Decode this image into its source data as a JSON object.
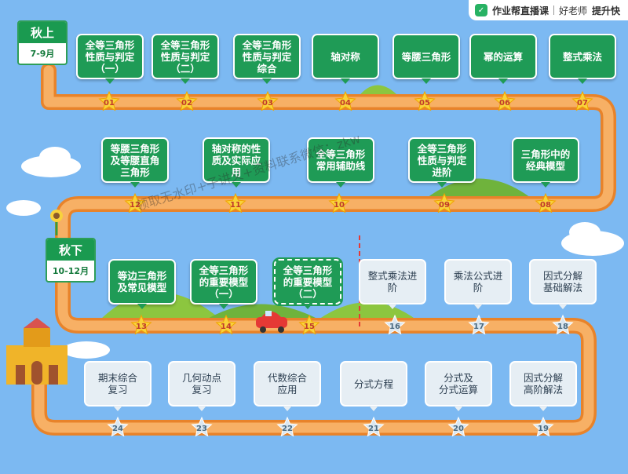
{
  "brand": {
    "name": "作业帮直播课",
    "teacher": "好老师",
    "slogan": "提升快"
  },
  "terms": [
    {
      "title": "秋上",
      "months": "7-9月"
    },
    {
      "title": "秋下",
      "months": "10-12月"
    }
  ],
  "watermark": "领取无水印+子讲义+资料联系微信：zkw",
  "lessons": [
    {
      "num": "01",
      "title": "全等三角形\n性质与判定\n（一）",
      "status": "done"
    },
    {
      "num": "02",
      "title": "全等三角形\n性质与判定\n（二）",
      "status": "done"
    },
    {
      "num": "03",
      "title": "全等三角形\n性质与判定\n综合",
      "status": "done"
    },
    {
      "num": "04",
      "title": "轴对称",
      "status": "done"
    },
    {
      "num": "05",
      "title": "等腰三角形",
      "status": "done"
    },
    {
      "num": "06",
      "title": "幂的运算",
      "status": "done"
    },
    {
      "num": "07",
      "title": "整式乘法",
      "status": "done"
    },
    {
      "num": "08",
      "title": "三角形中的\n经典模型",
      "status": "done"
    },
    {
      "num": "09",
      "title": "全等三角形\n性质与判定\n进阶",
      "status": "done"
    },
    {
      "num": "10",
      "title": "全等三角形\n常用辅助线",
      "status": "done"
    },
    {
      "num": "11",
      "title": "轴对称的性\n质及实际应\n用",
      "status": "done"
    },
    {
      "num": "12",
      "title": "等腰三角形\n及等腰直角\n三角形",
      "status": "done"
    },
    {
      "num": "13",
      "title": "等边三角形\n及常见模型",
      "status": "done"
    },
    {
      "num": "14",
      "title": "全等三角形\n的重要模型\n（一）",
      "status": "done"
    },
    {
      "num": "15",
      "title": "全等三角形\n的重要模型\n（二）",
      "status": "current"
    },
    {
      "num": "16",
      "title": "整式乘法进\n阶",
      "status": "todo"
    },
    {
      "num": "17",
      "title": "乘法公式进\n阶",
      "status": "todo"
    },
    {
      "num": "18",
      "title": "因式分解\n基础解法",
      "status": "todo"
    },
    {
      "num": "19",
      "title": "因式分解\n高阶解法",
      "status": "todo"
    },
    {
      "num": "20",
      "title": "分式及\n分式运算",
      "status": "todo"
    },
    {
      "num": "21",
      "title": "分式方程",
      "status": "todo"
    },
    {
      "num": "22",
      "title": "代数综合\n应用",
      "status": "todo"
    },
    {
      "num": "23",
      "title": "几何动点\n复习",
      "status": "todo"
    },
    {
      "num": "24",
      "title": "期末综合\n复习",
      "status": "todo"
    }
  ],
  "colors": {
    "sky": "#7cb9f2",
    "road": "#f5a04a",
    "done": "#1f9b56",
    "todo": "#e6eef4",
    "star": "#f9d23c"
  }
}
